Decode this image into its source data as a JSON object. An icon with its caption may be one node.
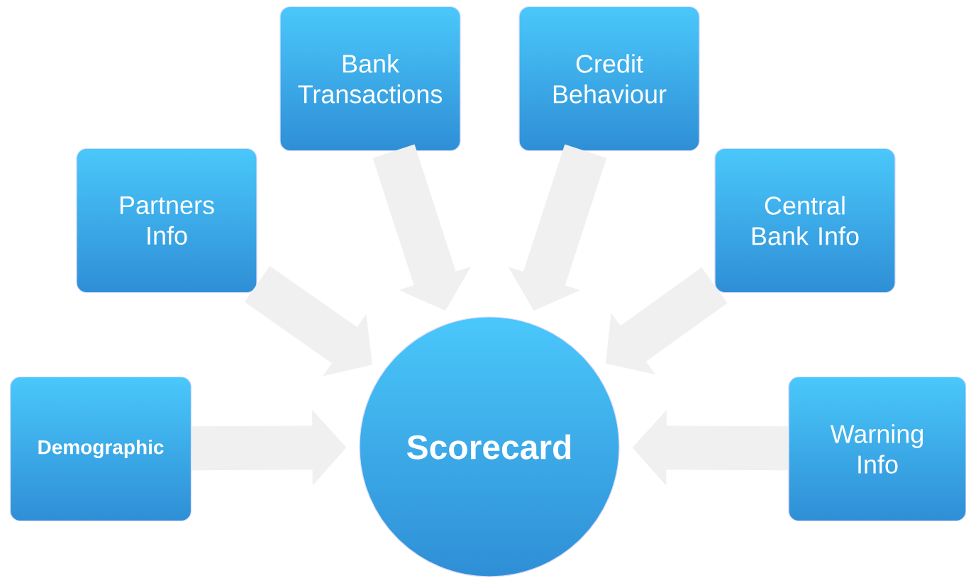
{
  "diagram": {
    "nodes": [
      {
        "text": [
          "Bank Transactions"
        ]
      },
      {
        "text": [
          "Credit Behaviour"
        ]
      },
      {
        "text": [
          "Partners Info"
        ]
      },
      {
        "text": [
          "Central Bank Info"
        ]
      },
      {
        "text": [
          "Demographic"
        ]
      },
      {
        "text": [
          "Scorecard"
        ]
      },
      {
        "text": [
          "Warning Info"
        ]
      }
    ],
    "edges": [
      {
        "from": 0,
        "to": 5,
        "arrow": "to"
      },
      {
        "from": 1,
        "to": 5,
        "arrow": "to"
      },
      {
        "from": 2,
        "to": 5,
        "arrow": "to"
      },
      {
        "from": 3,
        "to": 5,
        "arrow": "to"
      },
      {
        "from": 4,
        "to": 5,
        "arrow": "to"
      },
      {
        "from": 6,
        "to": 5,
        "arrow": "to"
      }
    ]
  }
}
